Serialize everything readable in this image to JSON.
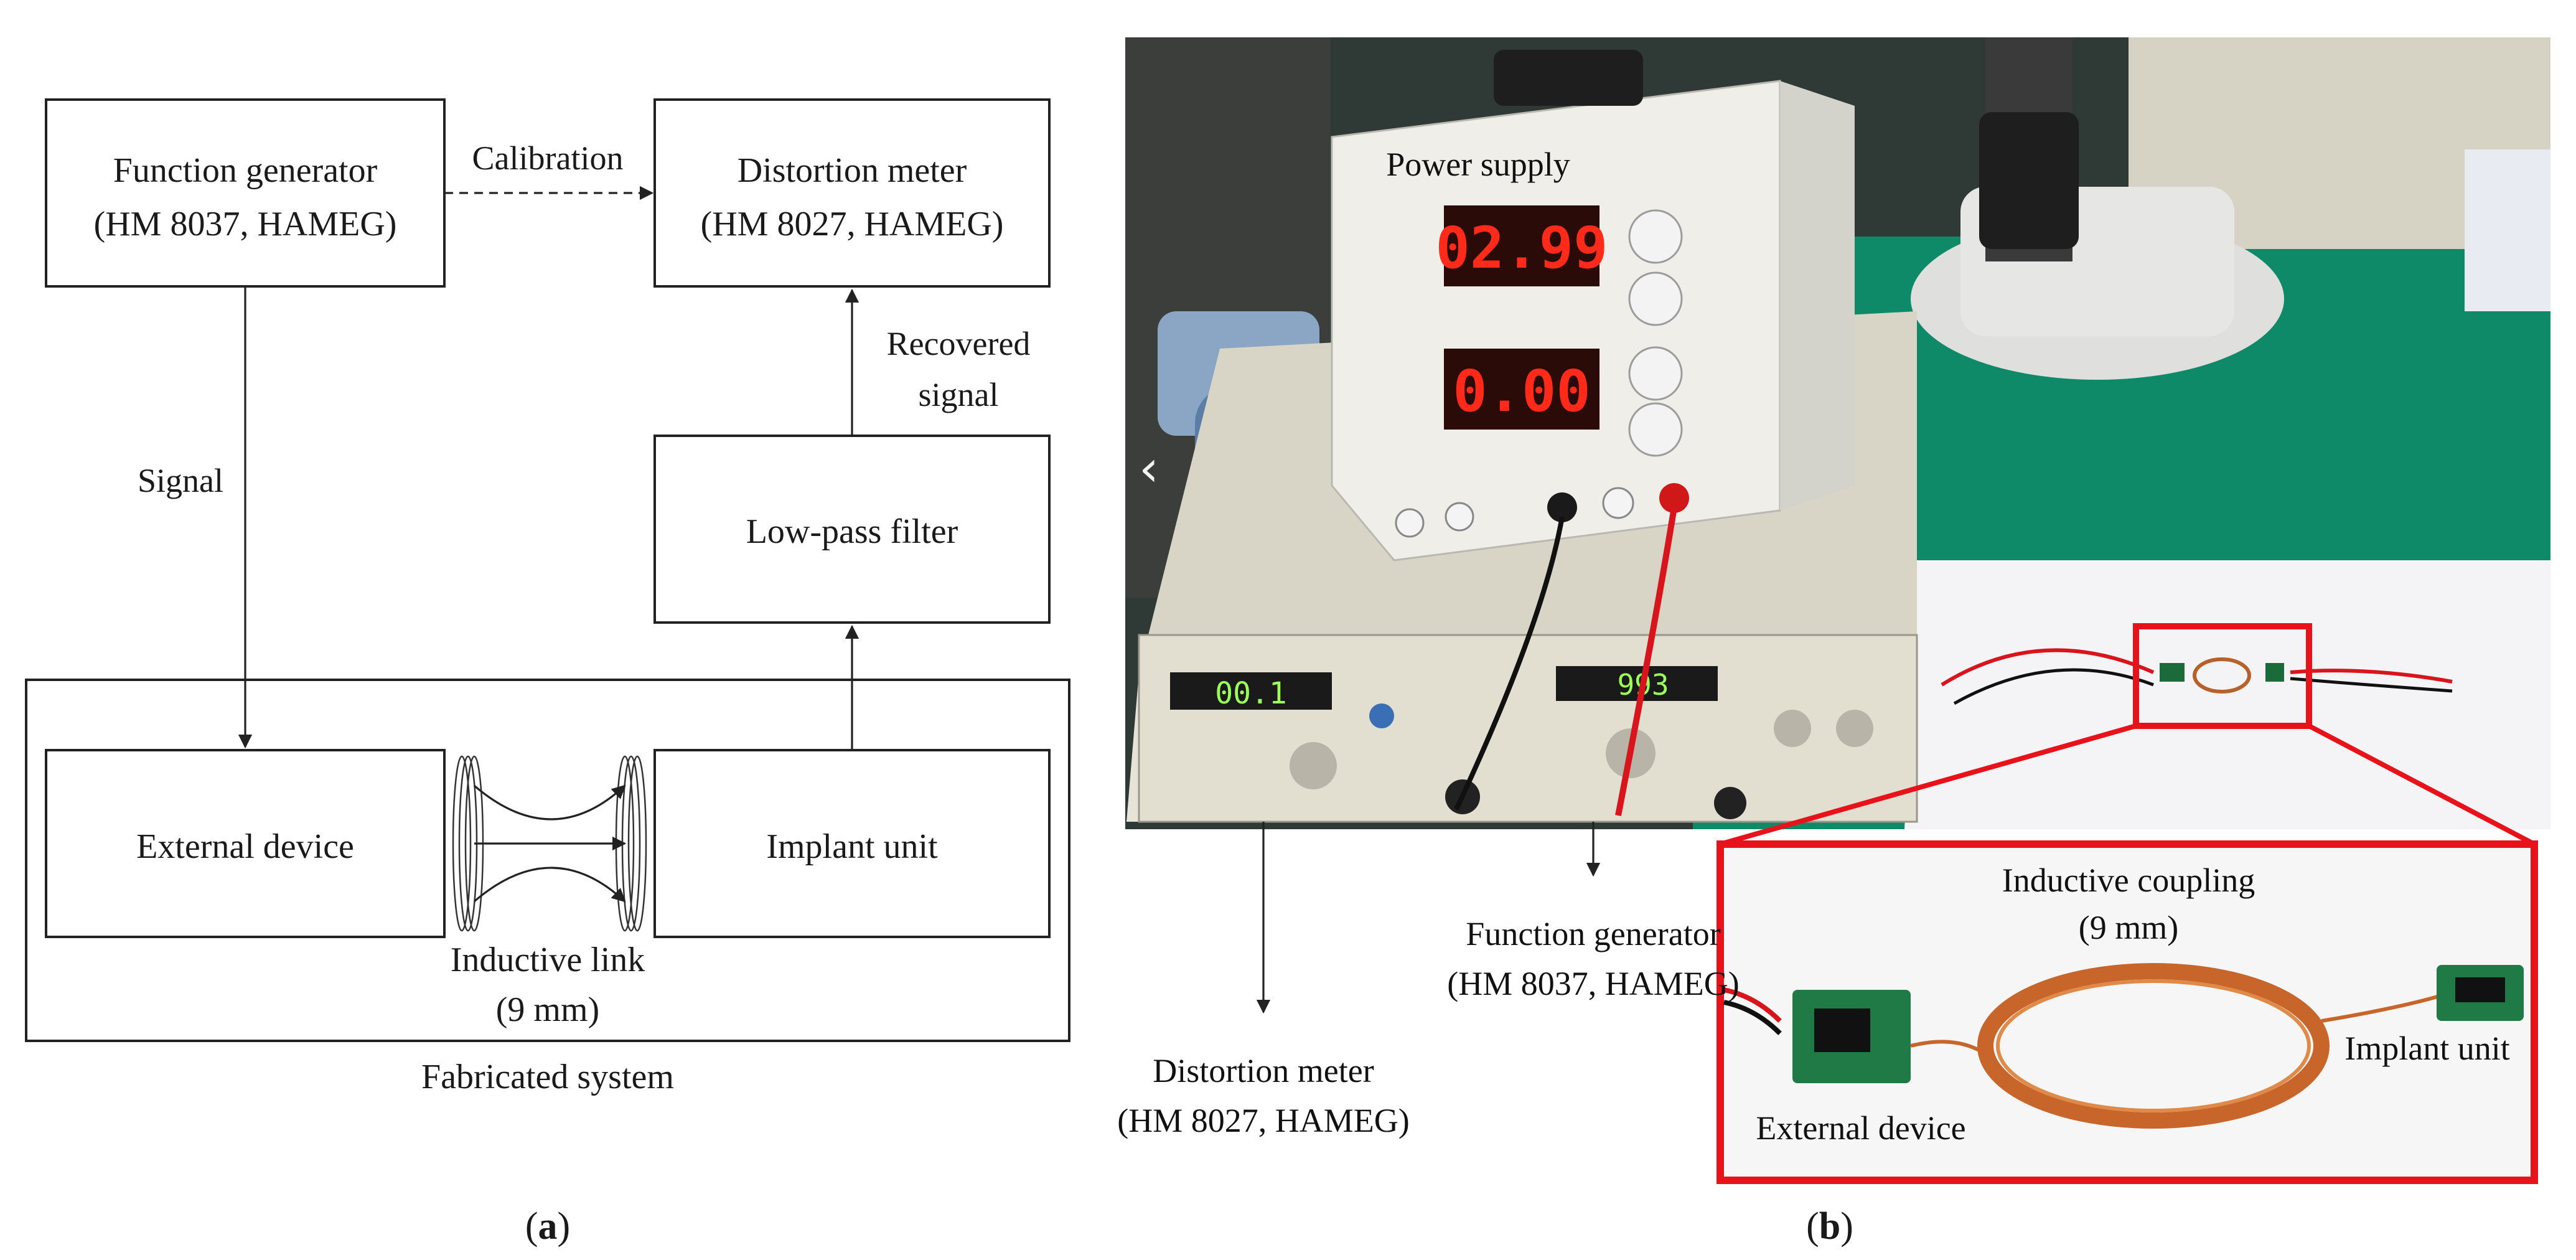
{
  "panel_a": {
    "function_generator": {
      "line1": "Function generator",
      "line2": "(HM 8037, HAMEG)"
    },
    "distortion_meter": {
      "line1": "Distortion meter",
      "line2": "(HM 8027, HAMEG)"
    },
    "calibration": "Calibration",
    "signal": "Signal",
    "recovered_signal": {
      "line1": "Recovered",
      "line2": "signal"
    },
    "low_pass_filter": "Low-pass filter",
    "external_device": "External device",
    "implant_unit": "Implant unit",
    "inductive_link": {
      "line1": "Inductive link",
      "line2": "(9 mm)"
    },
    "fabricated_system": "Fabricated system",
    "caption": "a"
  },
  "panel_b": {
    "power_supply": "Power supply",
    "voltage_display": "02.99",
    "current_display": "0.00",
    "distortion_display": "00.1",
    "generator_display": "993",
    "function_generator": {
      "line1": "Function generator",
      "line2": "(HM 8037, HAMEG)"
    },
    "distortion_meter": {
      "line1": "Distortion meter",
      "line2": "(HM 8027, HAMEG)"
    },
    "inductive_coupling": {
      "line1": "Inductive coupling",
      "line2": "(9 mm)"
    },
    "implant_unit": "Implant unit",
    "external_device": "External device",
    "caption": "b"
  },
  "colors": {
    "highlight_red": "#e8121b",
    "display_red": "#ff2a1a",
    "display_green": "#9cff5a"
  }
}
